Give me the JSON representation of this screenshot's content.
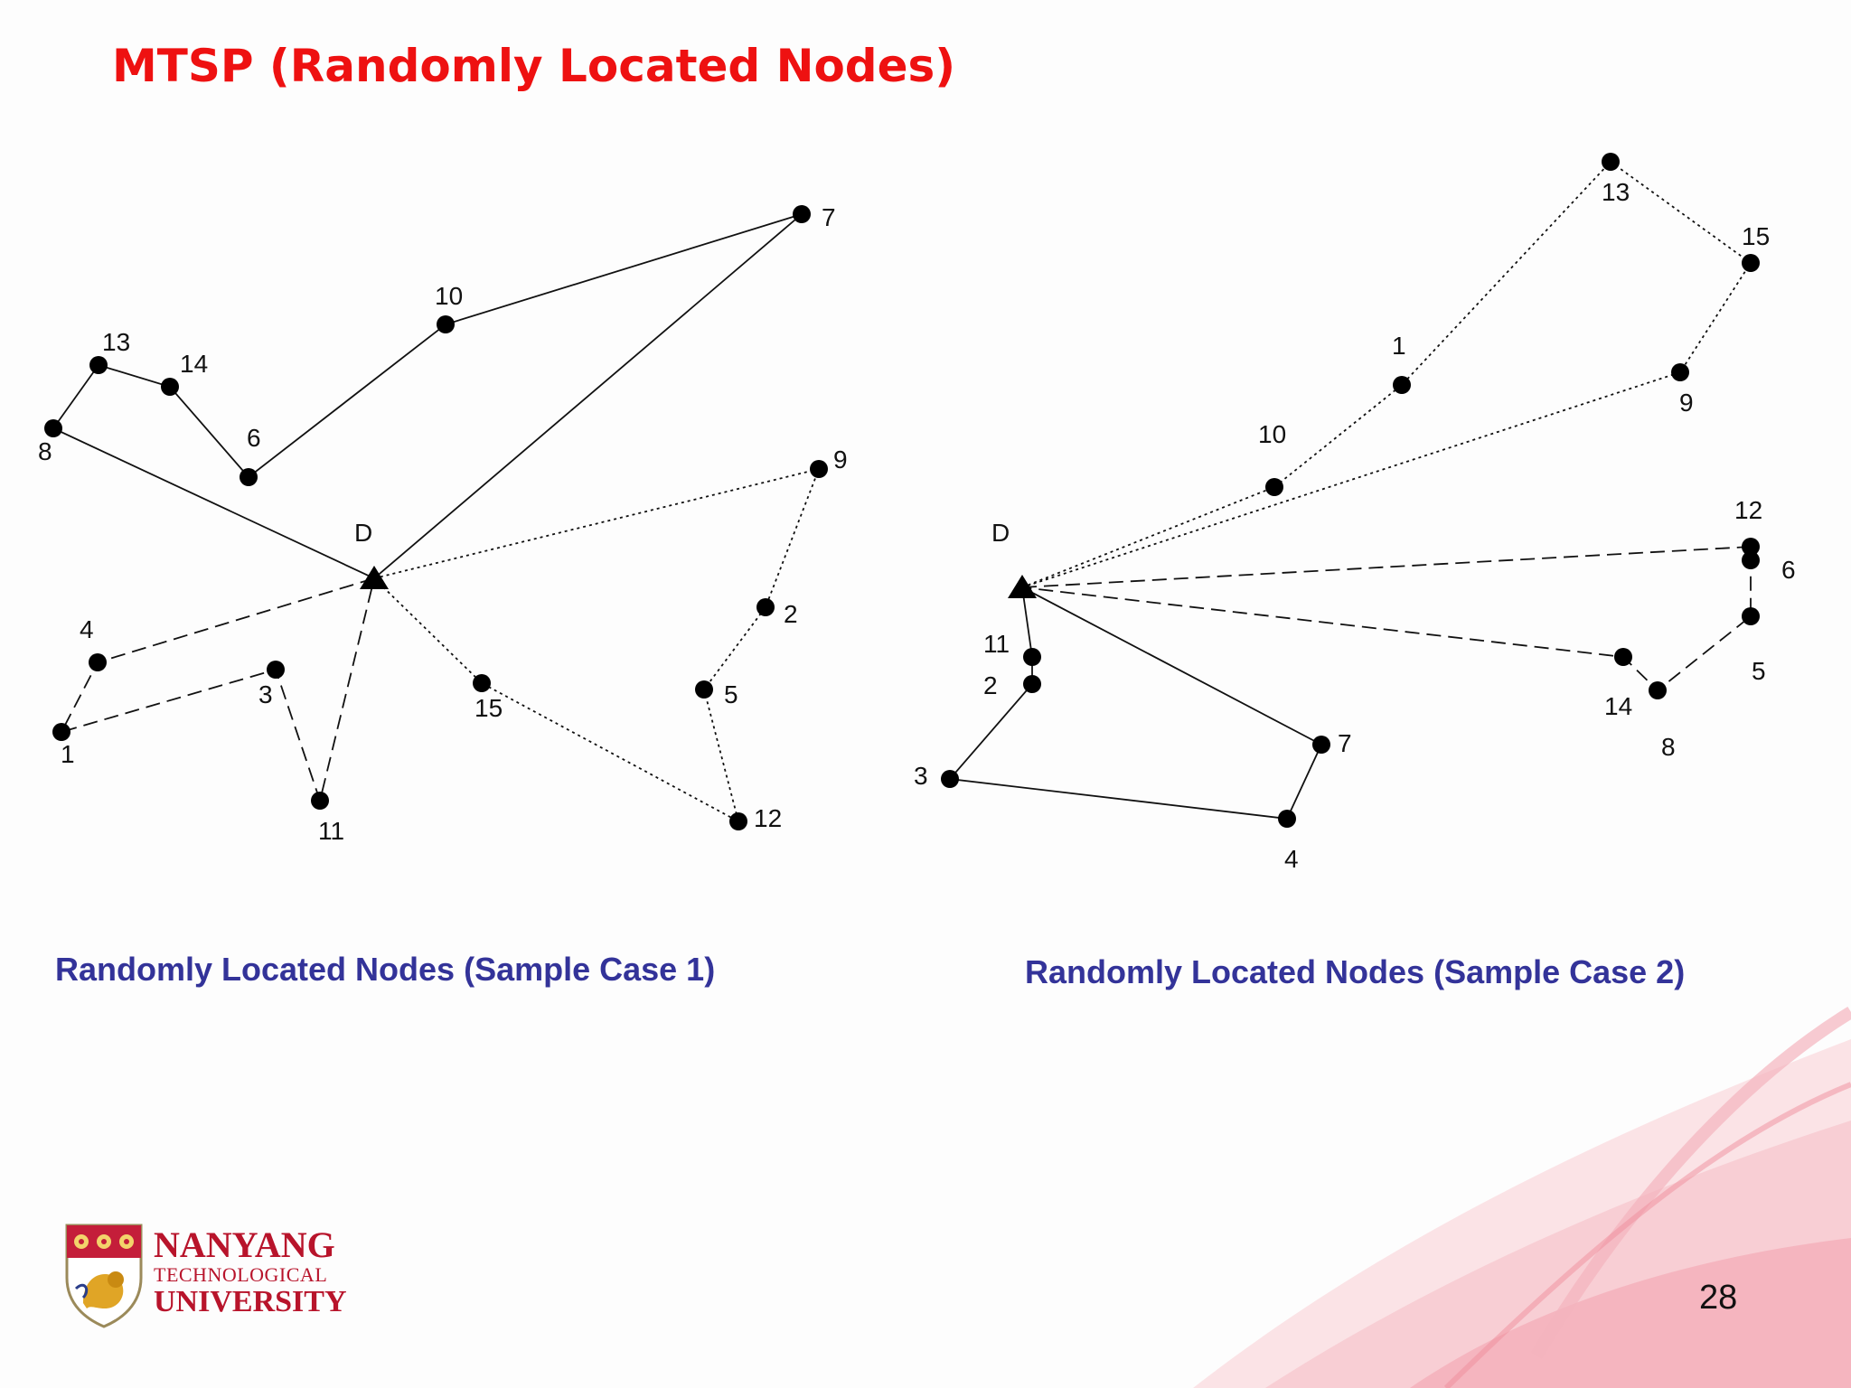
{
  "title": "MTSP (Randomly Located Nodes)",
  "depot_label": "D",
  "node_labels": [
    "1",
    "2",
    "3",
    "4",
    "5",
    "6",
    "7",
    "8",
    "9",
    "10",
    "11",
    "12",
    "13",
    "14",
    "15"
  ],
  "captions": {
    "case1": "Randomly Located Nodes (Sample Case 1)",
    "case2": "Randomly Located Nodes (Sample Case 2)"
  },
  "logo": {
    "line1": "NANYANG",
    "line2": "TECHNOLOGICAL",
    "line3": "UNIVERSITY"
  },
  "page_number": "28",
  "colors": {
    "title": "#ee1111",
    "caption": "#333399",
    "logo_red": "#b8142b",
    "swoosh": "#f2a0ad"
  }
}
